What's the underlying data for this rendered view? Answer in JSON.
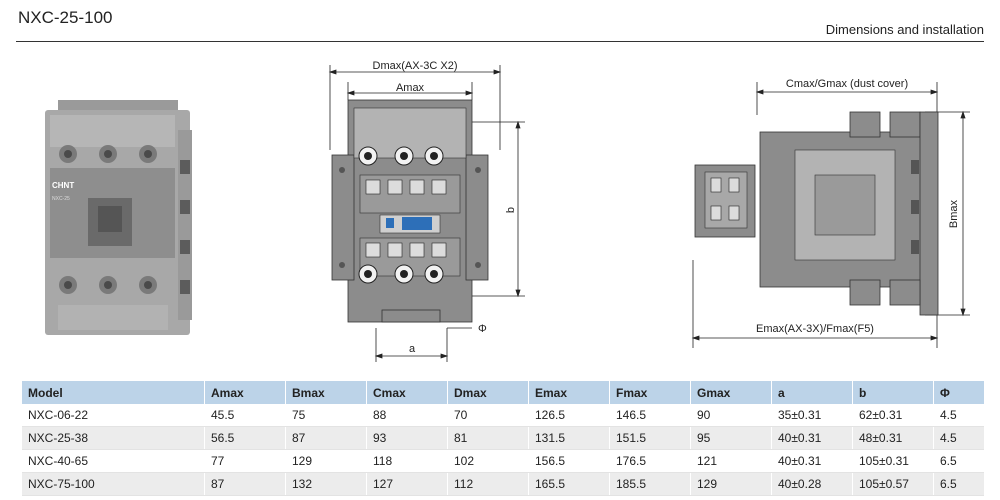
{
  "header": {
    "title": "NXC-25-100",
    "section": "Dimensions and installation"
  },
  "photo": {
    "brand": "CHNT",
    "model_marking": "NXC-25"
  },
  "front_view": {
    "labels": {
      "dmax": "Dmax(AX-3C X2)",
      "amax": "Amax",
      "b": "b",
      "a": "a",
      "phi": "Φ"
    }
  },
  "side_view": {
    "labels": {
      "cmax_gmax": "Cmax/Gmax (dust cover)",
      "bmax": "Bmax",
      "emax_fmax": "Emax(AX-3X)/Fmax(F5)"
    }
  },
  "table": {
    "headers": [
      "Model",
      "Amax",
      "Bmax",
      "Cmax",
      "Dmax",
      "Emax",
      "Fmax",
      "Gmax",
      "a",
      "b",
      "Φ"
    ],
    "rows": [
      [
        "NXC-06-22",
        "45.5",
        "75",
        "88",
        "70",
        "126.5",
        "146.5",
        "90",
        "35±0.31",
        "62±0.31",
        "4.5"
      ],
      [
        "NXC-25-38",
        "56.5",
        "87",
        "93",
        "81",
        "131.5",
        "151.5",
        "95",
        "40±0.31",
        "48±0.31",
        "4.5"
      ],
      [
        "NXC-40-65",
        "77",
        "129",
        "118",
        "102",
        "156.5",
        "176.5",
        "121",
        "40±0.31",
        "105±0.31",
        "6.5"
      ],
      [
        "NXC-75-100",
        "87",
        "132",
        "127",
        "112",
        "165.5",
        "185.5",
        "129",
        "40±0.28",
        "105±0.57",
        "6.5"
      ]
    ]
  }
}
